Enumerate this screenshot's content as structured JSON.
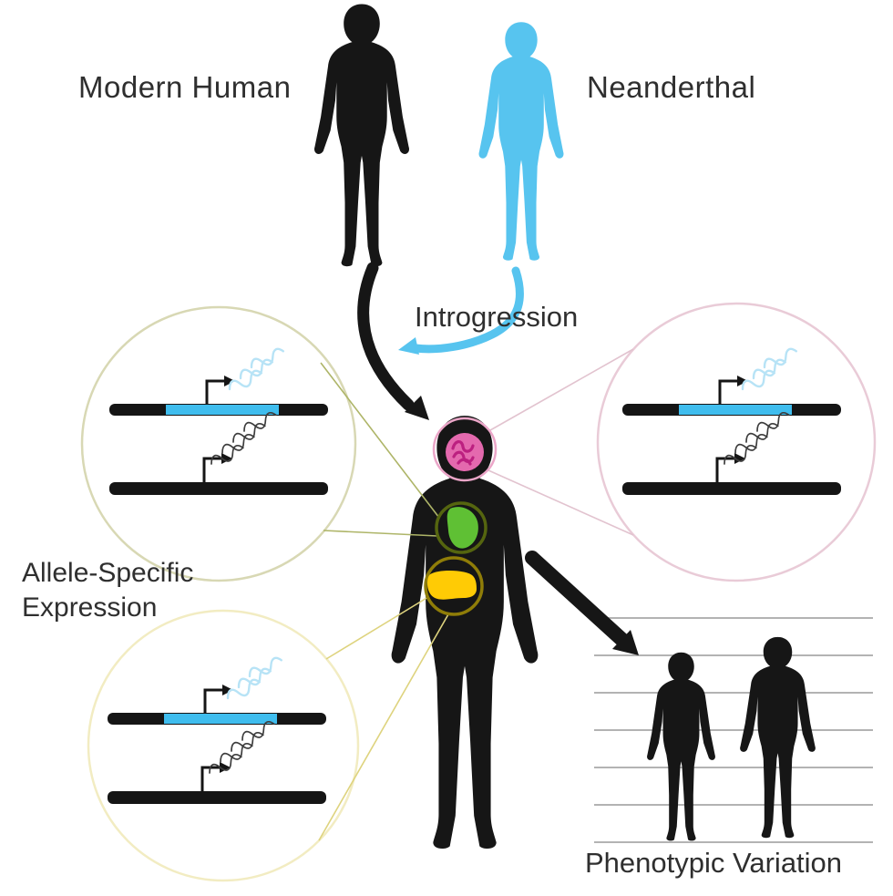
{
  "figure": {
    "type": "scientific-diagram",
    "topic": "Neanderthal introgression, allele-specific expression and phenotypic variation",
    "background": "#ffffff"
  },
  "labels": {
    "modern_human": "Modern Human",
    "neanderthal": "Neanderthal",
    "introgression": "Introgression",
    "allele_specific_line1": "Allele-Specific",
    "allele_specific_line2": "Expression",
    "phenotypic_variation": "Phenotypic Variation"
  },
  "colors": {
    "silhouette_black": "#161616",
    "neanderthal_blue": "#57c4ef",
    "introgressed_segment_blue": "#3fbdee",
    "transcript_light_blue": "#b7e3f6",
    "transcript_dark": "#3d3d3d",
    "chromosome_black": "#151515",
    "brain_pink": "#e469ae",
    "brain_squiggle_magenta": "#bc2080",
    "head_ring_pink": "#eba6c8",
    "chest_organ_green": "#5fc034",
    "chest_ring_olive": "#55650f",
    "abdomen_organ_yellow": "#ffcb05",
    "abdomen_ring_gold": "#8f7d08",
    "inset_circle_top_left": "#d8d8b4",
    "inset_circle_top_right": "#e9cbd7",
    "inset_circle_bottom_left": "#f2ecc2",
    "callout_green": "#aeb568",
    "callout_yellow": "#ded37e",
    "callout_pink": "#e2c3cf",
    "height_lines_gray": "#b3b3b3",
    "text": "#2f2f2f"
  },
  "icons": {
    "modern_human": "human-silhouette-icon",
    "neanderthal": "human-silhouette-icon",
    "central_figure": "human-body-silhouette-icon",
    "brain": "brain-organ-icon",
    "chest_organ": "stomach-organ-icon",
    "abdomen_organ": "liver-organ-icon",
    "introgression_arrow_black": "curved-arrow-icon",
    "introgression_arrow_blue": "curved-arrow-icon",
    "phenotype_arrow": "thick-arrow-icon",
    "allele_inset": "gene-expression-diagram-icon",
    "phenotype_panel": "height-comparison-chart-icon"
  }
}
